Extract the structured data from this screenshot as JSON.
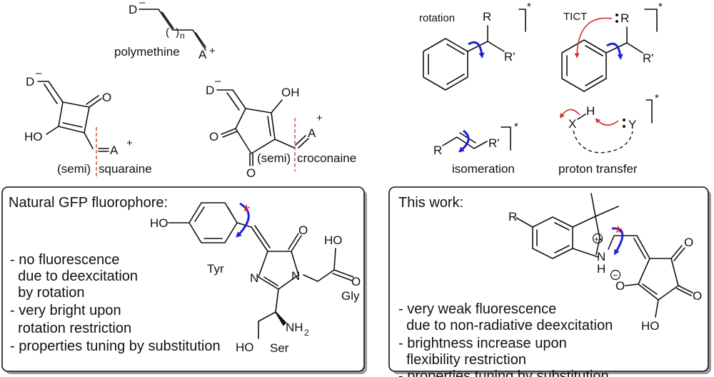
{
  "top_left": {
    "polymethine": {
      "donor": "D",
      "donor_charge": "–",
      "repeat_index": "n",
      "acceptor": "A",
      "acceptor_charge": "+",
      "label": "polymethine"
    },
    "squaraine": {
      "donor": "D",
      "donor_charge": "–",
      "carbonyl": "O",
      "hydroxyl": "HO",
      "acceptor": "A",
      "acceptor_charge": "+",
      "label_semi": "(semi)",
      "label_name": "squaraine"
    },
    "croconaine": {
      "donor": "D",
      "donor_charge": "–",
      "hydroxyl": "OH",
      "carbonyl_1": "O",
      "carbonyl_2": "O",
      "acceptor": "A",
      "acceptor_charge": "+",
      "label_semi": "(semi)",
      "label_name": "croconaine"
    }
  },
  "top_right": {
    "rotation": {
      "label": "rotation",
      "sub_r": "R",
      "sub_r2": "R'",
      "excited": "*"
    },
    "tict": {
      "label": "TICT",
      "sub_r": "R",
      "sub_r2": "R'",
      "excited": "*",
      "lone_pair": ":"
    },
    "isomeration": {
      "label": "isomeration",
      "sub_r": "R",
      "sub_r2": "R'",
      "excited": "*"
    },
    "proton_transfer": {
      "label": "proton transfer",
      "donor": "X",
      "hydrogen": "H",
      "acceptor": "Y",
      "excited": "*"
    }
  },
  "gfp_box": {
    "title": "Natural GFP fluorophore:",
    "bullets": [
      "- no fluorescence",
      "  due to deexcitation",
      "  by rotation",
      "- very bright upon",
      "  rotation restriction",
      "- properties tuning by substitution"
    ],
    "labels": {
      "hydroxyl": "HO",
      "tyr": "Tyr",
      "ring_n1": "N",
      "ring_n2": "N",
      "carbonyl": "O",
      "acid_oh": "HO",
      "acid_o": "O",
      "gly": "Gly",
      "amine": "NH",
      "amine_sub": "2",
      "ser_oh": "HO",
      "ser": "Ser",
      "restriction_mark": "*"
    }
  },
  "this_work_box": {
    "title": "This work:",
    "bullets": [
      "- very weak fluorescence",
      "  due to non-radiative deexcitation",
      "- brightness increase upon",
      "  flexibility restriction",
      "- properties tuning by substitution"
    ],
    "labels": {
      "substituent": "R",
      "plus_charge": "+",
      "nitrogen": "N",
      "hydrogen": "H",
      "minus_charge": "−",
      "oxide": "O",
      "carbonyl_1": "O",
      "carbonyl_2": "O",
      "hydroxyl": "HO",
      "restriction_mark": "*"
    }
  },
  "colors": {
    "arrow_blue": "#1f1fd6",
    "arrow_red": "#d32f2f",
    "cut_line": "#c0392b",
    "shadow": "#9a9a9a"
  }
}
